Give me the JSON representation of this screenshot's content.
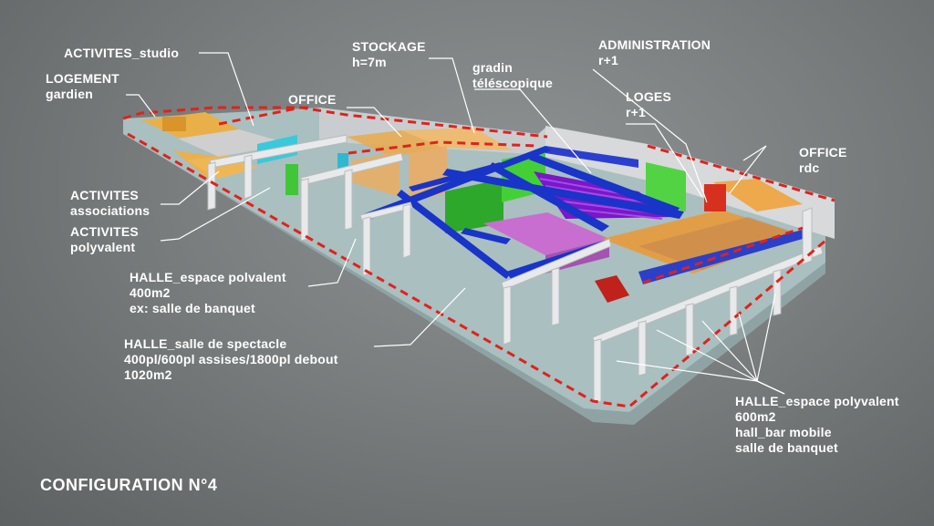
{
  "title": "CONFIGURATION N°4",
  "labels": {
    "activites_studio": "ACTIVITES_studio",
    "logement_gardien": "LOGEMENT\ngardien",
    "stockage": "STOCKAGE\nh=7m",
    "office_top": "OFFICE",
    "gradin": "gradin\ntéléscopique",
    "administration": "ADMINISTRATION\nr+1",
    "loges": "LOGES\nr+1",
    "office_rdc": "OFFICE\nrdc",
    "activites_associations": "ACTIVITES\nassociations",
    "activites_polyvalent": "ACTIVITES\npolyvalent",
    "halle_polvalent_400": "HALLE_espace polvalent\n400m2\nex: salle de banquet",
    "halle_spectacle": "HALLE_salle de spectacle\n400pl/600pl assises/1800pl debout\n1020m2",
    "halle_polyvalent_600": "HALLE_espace polyvalent\n600m2\nhall_bar mobile\nsalle de banquet"
  },
  "colors": {
    "floor": "#a9bdbe",
    "boundary": "#e0221c",
    "beam": "#1736c8",
    "gradin": "#7b16c9",
    "stage": "#c66fd0",
    "green": "#36c02c",
    "orange": "#f0a53c",
    "cyan": "#2cc8d8"
  }
}
